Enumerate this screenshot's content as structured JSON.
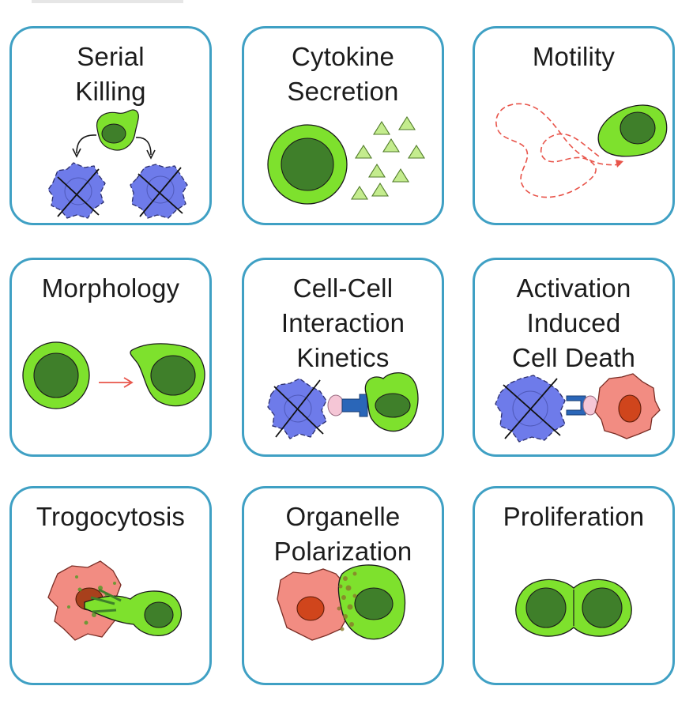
{
  "panels": [
    {
      "title": "Serial\nKilling"
    },
    {
      "title": "Cytokine\nSecretion"
    },
    {
      "title": "Motility"
    },
    {
      "title": "Morphology"
    },
    {
      "title": "Cell-Cell\nInteraction\nKinetics"
    },
    {
      "title": "Activation\nInduced\nCell Death"
    },
    {
      "title": "Trogocytosis"
    },
    {
      "title": "Organelle\nPolarization"
    },
    {
      "title": "Proliferation"
    }
  ],
  "colors": {
    "border": "#3fa0c4",
    "t_cell": "#7ee12d",
    "t_cell_nucleus": "#3f7f2a",
    "tumor_cell": "#6e7bea",
    "dying_cell": "#f28c82",
    "dying_nucleus": "#d0451c",
    "cytokine": "#c4ec8e",
    "arrow_red": "#e8544a",
    "synapse_blue": "#2a66b8",
    "synapse_pink": "#f5c6d6"
  }
}
